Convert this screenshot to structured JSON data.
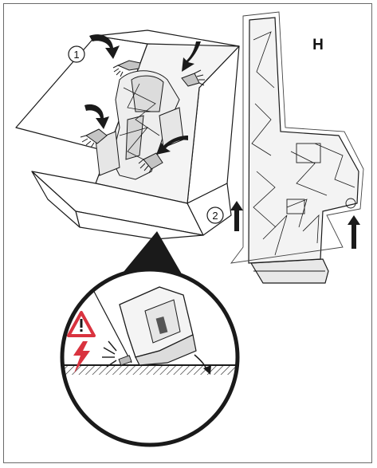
{
  "figure": {
    "panel_label": "H",
    "steps": [
      "1",
      "2"
    ],
    "colors": {
      "line": "#1a1a1a",
      "hand_fill": "#c4c4c4",
      "warning": "#d9333f",
      "frame": "#6a6a6a",
      "zoom_cone": "#1a1a1a"
    },
    "icons": [
      "warning-triangle-icon",
      "electric-shock-icon",
      "push-arrow-icon",
      "lift-arrow-icon"
    ]
  }
}
